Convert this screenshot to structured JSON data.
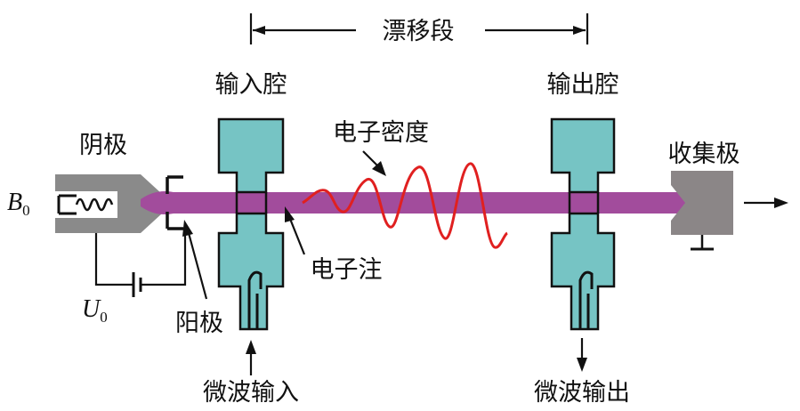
{
  "labels": {
    "drift": "漂移段",
    "input_cavity": "输入腔",
    "output_cavity": "输出腔",
    "cathode": "阴极",
    "collector": "收集极",
    "electron_density": "电子密度",
    "electron_beam": "电子注",
    "anode": "阳极",
    "microwave_in": "微波输入",
    "microwave_out": "微波输出"
  },
  "symbols": {
    "magnetic_field": "B",
    "magnetic_field_sub": "0",
    "voltage": "U",
    "voltage_sub": "0"
  },
  "colors": {
    "beam": "#a24c9c",
    "cavity": "#76c4c4",
    "cathode_body": "#8a8a8a",
    "collector_body": "#8b8687",
    "wave": "#e02020",
    "line": "#111111"
  }
}
